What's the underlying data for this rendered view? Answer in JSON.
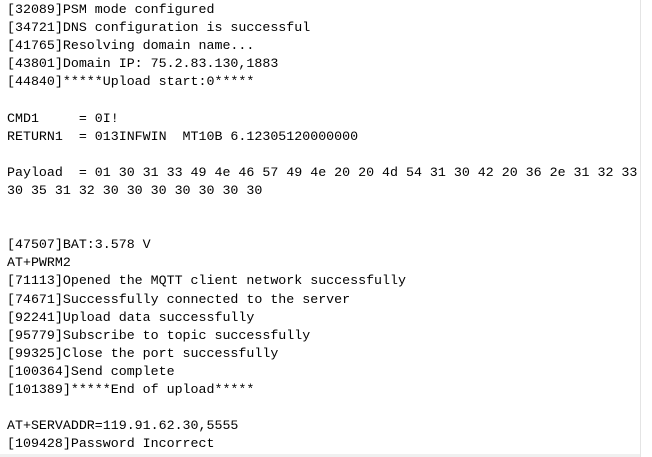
{
  "terminal": {
    "lines": [
      "[32089]PSM mode configured",
      "[34721]DNS configuration is successful",
      "[41765]Resolving domain name...",
      "[43801]Domain IP: 75.2.83.130,1883",
      "[44840]*****Upload start:0*****",
      "",
      "CMD1     = 0I!",
      "RETURN1  = 013INFWIN  MT10B 6.12305120000000",
      "",
      "Payload  = 01 30 31 33 49 4e 46 57 49 4e 20 20 4d 54 31 30 42 20 36 2e 31 32 33",
      "30 35 31 32 30 30 30 30 30 30 30",
      "",
      "",
      "[47507]BAT:3.578 V",
      "AT+PWRM2",
      "[71113]Opened the MQTT client network successfully",
      "[74671]Successfully connected to the server",
      "[92241]Upload data successfully",
      "[95779]Subscribe to topic successfully",
      "[99325]Close the port successfully",
      "[100364]Send complete",
      "[101389]*****End of upload*****",
      "",
      "AT+SERVADDR=119.91.62.30,5555",
      "[109428]Password Incorrect"
    ]
  }
}
